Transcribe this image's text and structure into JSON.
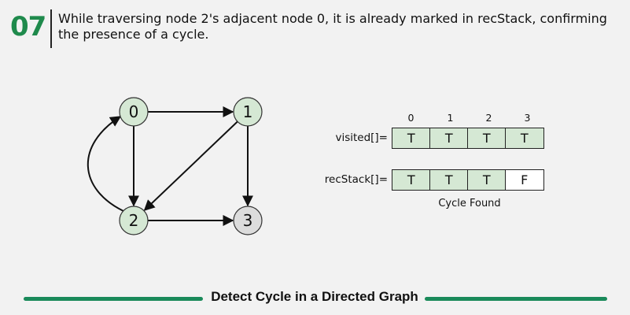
{
  "step": {
    "number": "07",
    "text": "While traversing node 2's adjacent node 0, it is already marked in recStack, confirming the presence of a cycle."
  },
  "graph": {
    "nodes": [
      {
        "id": "0",
        "state": "visited"
      },
      {
        "id": "1",
        "state": "visited"
      },
      {
        "id": "2",
        "state": "visited"
      },
      {
        "id": "3",
        "state": "unvisited-in-stack"
      }
    ],
    "edges": [
      {
        "from": "0",
        "to": "1"
      },
      {
        "from": "0",
        "to": "2"
      },
      {
        "from": "1",
        "to": "2"
      },
      {
        "from": "1",
        "to": "3"
      },
      {
        "from": "2",
        "to": "3"
      },
      {
        "from": "2",
        "to": "0"
      }
    ],
    "colors": {
      "visited_fill": "#d5e8d4",
      "default_fill": "#dcdcdc",
      "stroke": "#111111"
    }
  },
  "arrays": {
    "indices": [
      "0",
      "1",
      "2",
      "3"
    ],
    "visited": {
      "label": "visited[]=",
      "values": [
        "T",
        "T",
        "T",
        "T"
      ]
    },
    "recStack": {
      "label": "recStack[]=",
      "values": [
        "T",
        "T",
        "T",
        "F"
      ]
    },
    "caption": "Cycle Found",
    "colors": {
      "true_fill": "#d5e8d4",
      "false_fill": "#ffffff"
    }
  },
  "footer": {
    "title": "Detect Cycle in a Directed Graph",
    "accent": "#1a8a5a"
  }
}
